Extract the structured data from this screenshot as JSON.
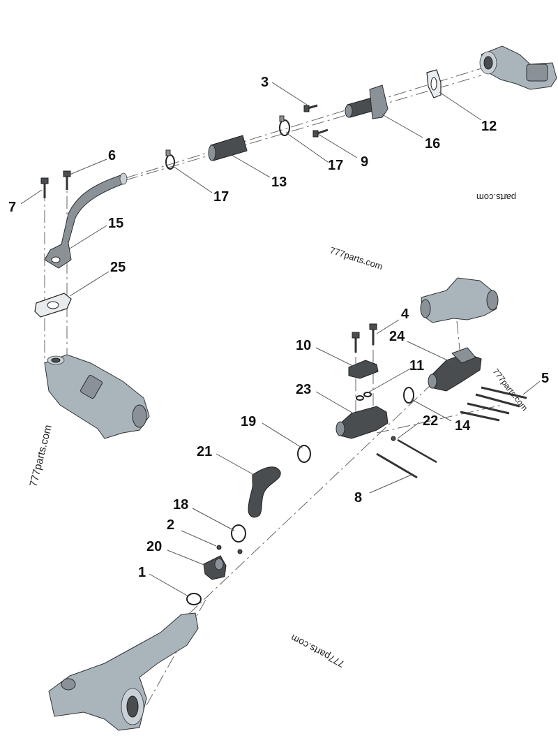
{
  "callouts": {
    "c1": "1",
    "c2": "2",
    "c3": "3",
    "c4": "4",
    "c5": "5",
    "c6": "6",
    "c7": "7",
    "c8": "8",
    "c9": "9",
    "c10": "10",
    "c11": "11",
    "c12": "12",
    "c13": "13",
    "c14": "14",
    "c15": "15",
    "c16": "16",
    "c17a": "17",
    "c17b": "17",
    "c18": "18",
    "c19": "19",
    "c20": "20",
    "c21": "21",
    "c22": "22",
    "c23": "23",
    "c24": "24",
    "c25": "25"
  },
  "watermarks": {
    "w1": "777parts.com",
    "w2": "777parts.com",
    "w3": "777parts.com",
    "w4": "777parts.com",
    "w5": "parts.com"
  },
  "colors": {
    "part_dark": "#4a4d50",
    "part_light": "#aab4bb",
    "line": "#555555"
  }
}
